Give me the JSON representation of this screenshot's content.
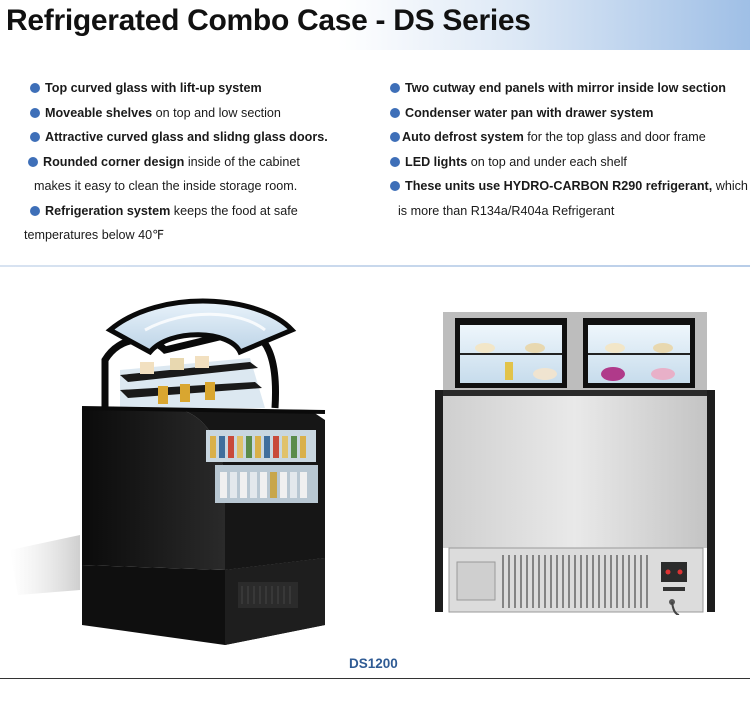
{
  "title": "Refrigerated Combo Case - DS Series",
  "features_left": [
    {
      "bold": "Top curved glass with lift-up system",
      "rest": ""
    },
    {
      "bold": "Moveable shelves",
      "rest": " on top and low section"
    },
    {
      "bold": "Attractive curved glass and slidng glass doors.",
      "rest": ""
    },
    {
      "bold": "Rounded corner design",
      "rest": " inside of the cabinet",
      "cont": "makes it easy to clean the inside storage room."
    },
    {
      "bold": "Refrigeration system",
      "rest": " keeps the food at   safe",
      "cont": "temperatures below 40℉"
    }
  ],
  "features_right": [
    {
      "bold": "Two cutway end panels with mirror inside low section",
      "rest": ""
    },
    {
      "bold": "Condenser water pan with drawer system",
      "rest": ""
    },
    {
      "bold": "Auto defrost system",
      "rest": " for the top glass and door frame"
    },
    {
      "bold": "LED lights",
      "rest": " on top and under each shelf"
    },
    {
      "bold": "These units use HYDRO-CARBON R290 refrigerant,",
      "rest": " which",
      "cont": "is more than R134a/R404a Refrigerant"
    }
  ],
  "model": "DS1200",
  "colors": {
    "bullet": "#3e6fb8",
    "model_text": "#2f5b94",
    "header_grad_end": "#9fbfe6"
  },
  "images": [
    "refrigerated-combo-case-front-angled",
    "refrigerated-combo-case-rear-view"
  ]
}
